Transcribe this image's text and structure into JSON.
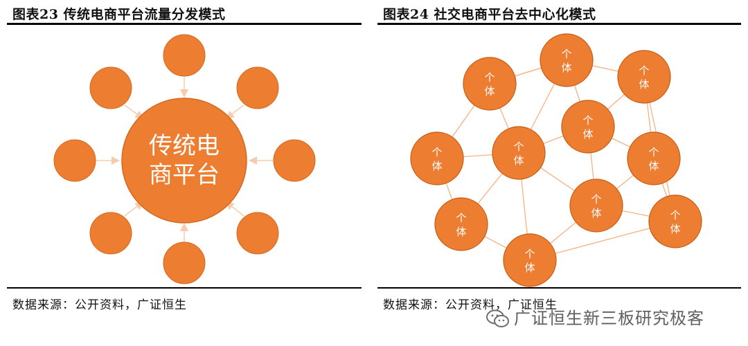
{
  "left": {
    "title": "图表23 传统电商平台流量分发模式",
    "center_label_line1": "传统电",
    "center_label_line2": "商平台",
    "source": "数据来源：公开资料，广证恒生"
  },
  "right": {
    "title": "图表24 社交电商平台去中心化模式",
    "node_label_line1": "个",
    "node_label_line2": "体",
    "source": "数据来源：公开资料，广证恒生"
  },
  "watermark": "广证恒生新三板研究极客",
  "colors": {
    "node_fill": "#ED7D31",
    "node_stroke": "#C55A11",
    "edge": "#F4B183",
    "arrow": "#F8CBAD"
  }
}
